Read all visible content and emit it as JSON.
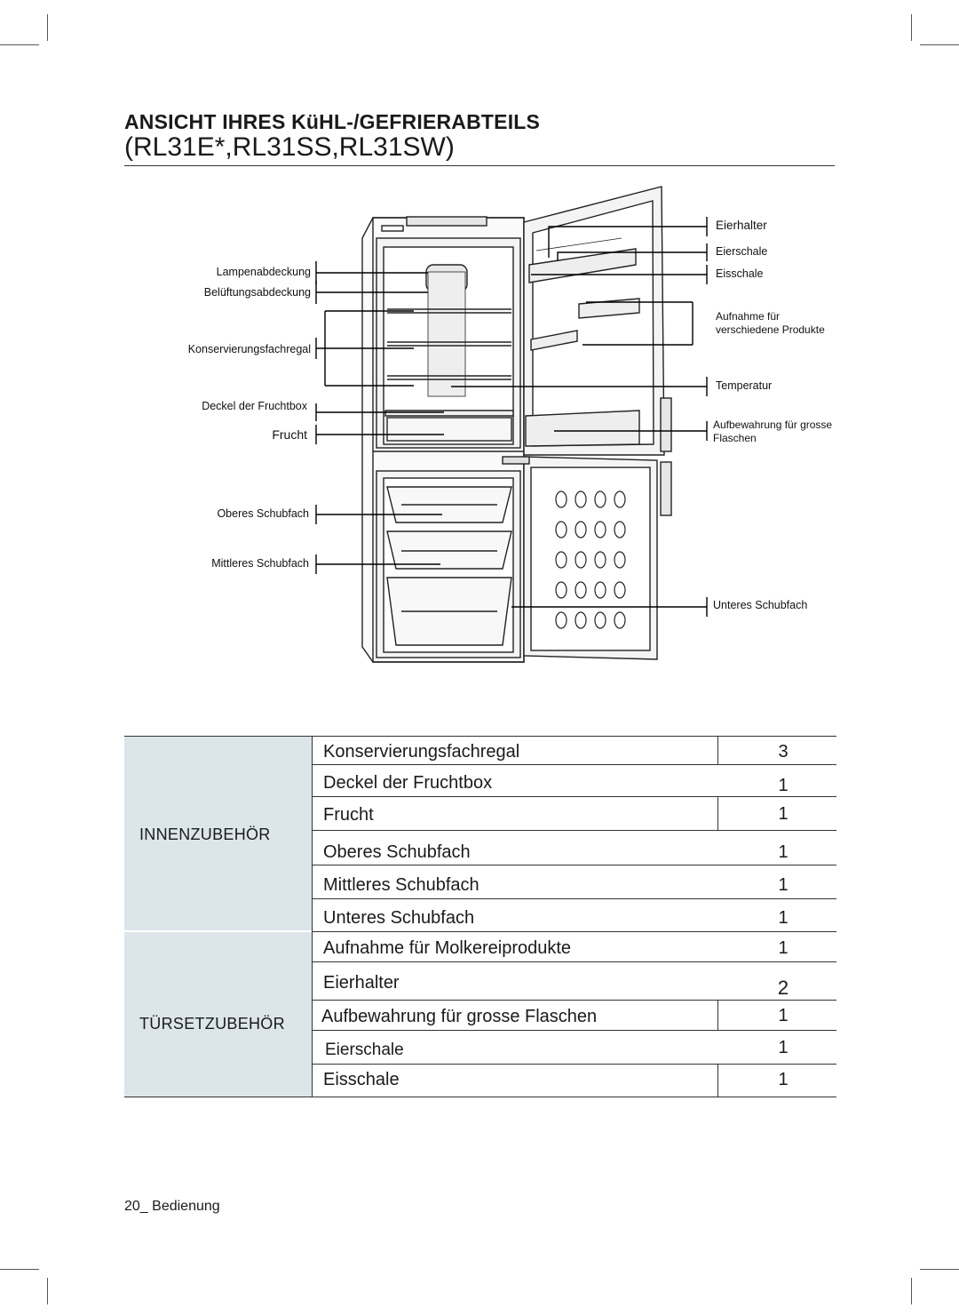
{
  "header": {
    "title": "ANSICHT IHRES KüHL-/GEFRIERABTEILS",
    "subtitle": "(RL31E*,RL31SS,RL31SW)"
  },
  "diagram_labels": {
    "left": {
      "lampenabdeckung": "Lampenabdeckung",
      "belueftungsabdeckung": "Belüftungsabdeckung",
      "konservierungsfachregal": "Konservierungsfachregal",
      "deckel_fruchtbox": "Deckel der Fruchtbox",
      "frucht": "Frucht",
      "oberes_schubfach": "Oberes Schubfach",
      "mittleres_schubfach": "Mittleres Schubfach"
    },
    "right": {
      "eierhalter": "Eierhalter",
      "eierschale": "Eierschale",
      "eisschale": "Eisschale",
      "aufnahme_1": "Aufnahme für",
      "aufnahme_2": "verschiedene Produkte",
      "temperatur": "Temperatur",
      "flaschen_1": "Aufbewahrung für grosse",
      "flaschen_2": "Flaschen",
      "unteres_schubfach": "Unteres Schubfach"
    }
  },
  "table": {
    "innen": {
      "category": "INNENZUBEHÖR",
      "rows": [
        {
          "name": "Konservierungsfachregal",
          "qty": "3"
        },
        {
          "name": "Deckel der Fruchtbox",
          "qty": "1"
        },
        {
          "name": "Frucht",
          "qty": "1"
        },
        {
          "name": "Oberes Schubfach",
          "qty": "1"
        },
        {
          "name": "Mittleres Schubfach",
          "qty": "1"
        },
        {
          "name": "Unteres Schubfach",
          "qty": "1"
        }
      ]
    },
    "tuer": {
      "category": "TÜRSETZUBEHÖR",
      "rows": [
        {
          "name": "Aufnahme für Molkereiprodukte",
          "qty": "1"
        },
        {
          "name": "Eierhalter",
          "qty": "2"
        },
        {
          "name": "Aufbewahrung für grosse Flaschen",
          "qty": "1"
        },
        {
          "name": "Eierschale",
          "qty": "1"
        },
        {
          "name": "Eisschale",
          "qty": "1"
        }
      ]
    }
  },
  "footer": {
    "page": "20_ Bedienung"
  }
}
